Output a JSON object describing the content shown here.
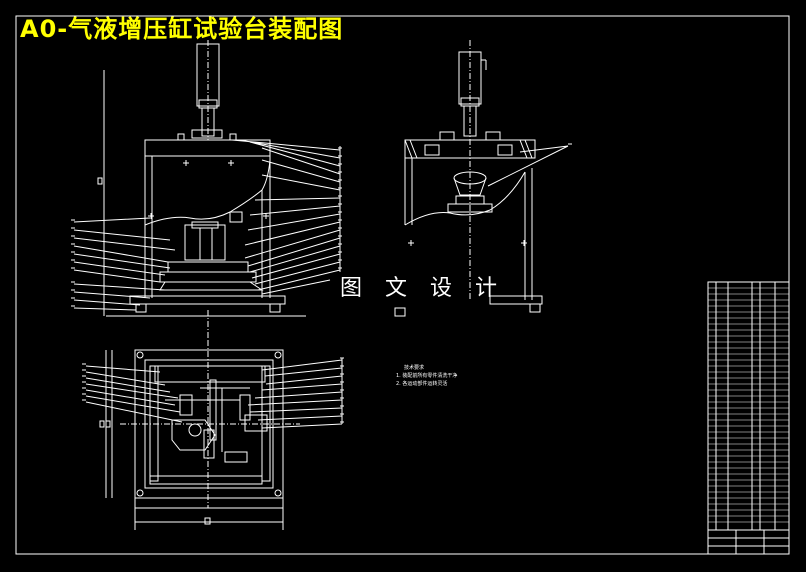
{
  "title": "A0-气液增压缸试验台装配图",
  "watermark": "图 文 设 计",
  "tech_notes": {
    "title": "技术要求",
    "lines": [
      "1. 装配前所有零件清洗干净",
      "2. 各运动部件运转灵活"
    ]
  },
  "colors": {
    "background": "#000000",
    "lines": "#ffffff",
    "title": "#ffff00"
  }
}
